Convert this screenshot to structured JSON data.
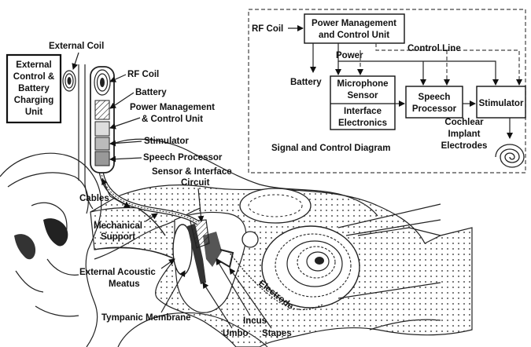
{
  "external": {
    "coil_label": "External Coil",
    "unit_lines": [
      "External",
      "Control &",
      "Battery",
      "Charging",
      "Unit"
    ]
  },
  "implant_labels": {
    "rf_coil": "RF Coil",
    "battery": "Battery",
    "power_mgmt_1": "Power Management",
    "power_mgmt_2": "& Control Unit",
    "stimulator": "Stimulator",
    "speech_processor": "Speech Processor",
    "sensor_1": "Sensor & Interface",
    "sensor_2": "Circuit",
    "cables": "Cables",
    "mech_1": "Mechanical",
    "mech_2": "Support",
    "meatus_1": "External Acoustic",
    "meatus_2": "Meatus",
    "tympanic": "Tympanic Membrane",
    "umbo": "Umbo",
    "incus": "Incus",
    "stapes": "Stapes",
    "electrode": "Electrode"
  },
  "block_diagram": {
    "title": "Signal and Control Diagram",
    "rf_coil": "RF Coil",
    "pmcu_1": "Power Management",
    "pmcu_2": "and Control Unit",
    "power": "Power",
    "control_line": "Control Line",
    "battery": "Battery",
    "mic_1": "Microphone",
    "mic_2": "Sensor",
    "iface_1": "Interface",
    "iface_2": "Electronics",
    "speech_1": "Speech",
    "speech_2": "Processor",
    "stimulator": "Stimulator",
    "cochlear_1": "Cochlear",
    "cochlear_2": "Implant",
    "cochlear_3": "Electrodes"
  }
}
